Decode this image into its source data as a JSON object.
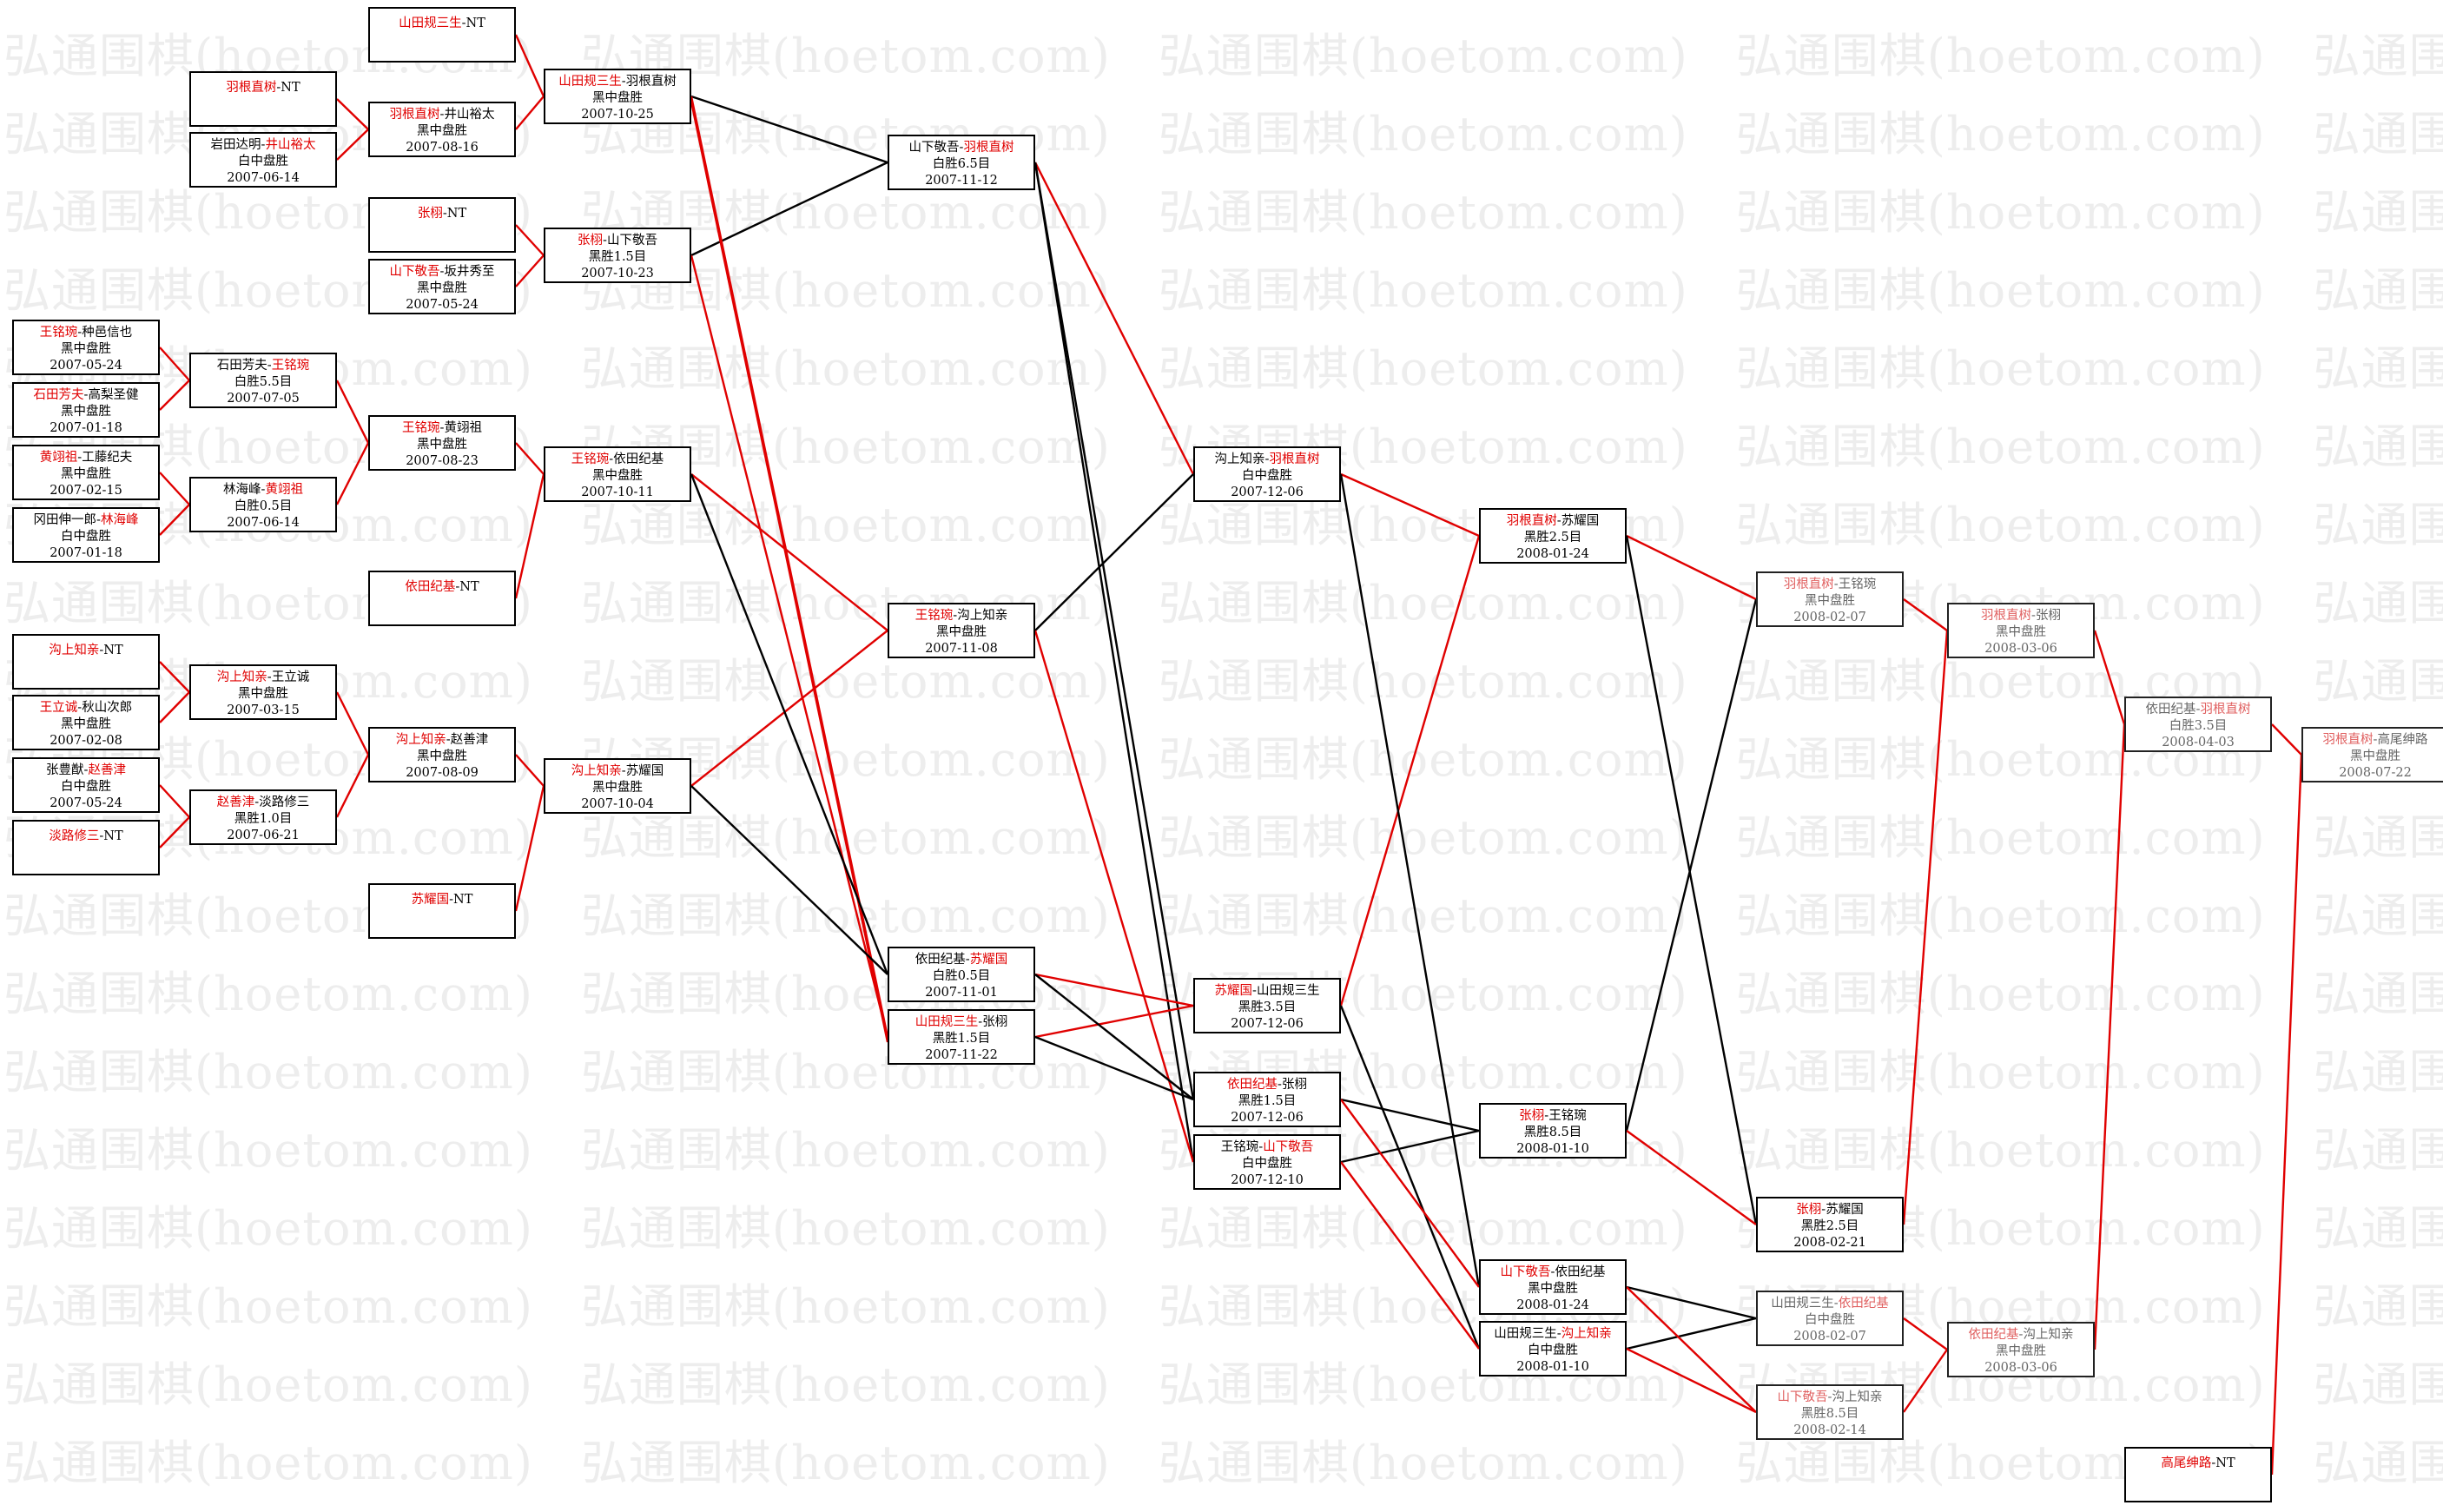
{
  "watermark": "弘通围棋(hoetom.com)",
  "colors": {
    "winner": "#e00000",
    "winner_line": "#e00000",
    "loser_line": "#000000",
    "border": "#000000"
  },
  "games": [
    {
      "id": "r1_01",
      "p1": "山田规三生",
      "p2": "NT",
      "winner": 1,
      "result": "",
      "date": ""
    },
    {
      "id": "r1_02",
      "p1": "羽根直树",
      "p2": "NT",
      "winner": 1,
      "result": "",
      "date": ""
    },
    {
      "id": "r1_03",
      "p1": "岩田达明",
      "p2": "井山裕太",
      "winner": 2,
      "result": "白中盘胜",
      "date": "2007-06-14"
    },
    {
      "id": "r1_04",
      "p1": "张栩",
      "p2": "NT",
      "winner": 1,
      "result": "",
      "date": ""
    },
    {
      "id": "r1_05",
      "p1": "山下敬吾",
      "p2": "坂井秀至",
      "winner": 1,
      "result": "黑中盘胜",
      "date": "2007-05-24"
    },
    {
      "id": "r1_06",
      "p1": "王铭琬",
      "p2": "种邑信也",
      "winner": 1,
      "result": "黑中盘胜",
      "date": "2007-05-24"
    },
    {
      "id": "r1_07",
      "p1": "石田芳夫",
      "p2": "高梨圣健",
      "winner": 1,
      "result": "黑中盘胜",
      "date": "2007-01-18"
    },
    {
      "id": "r1_08",
      "p1": "黄翊祖",
      "p2": "工藤纪夫",
      "winner": 1,
      "result": "黑中盘胜",
      "date": "2007-02-15"
    },
    {
      "id": "r1_09",
      "p1": "冈田伸一郎",
      "p2": "林海峰",
      "winner": 2,
      "result": "白中盘胜",
      "date": "2007-01-18"
    },
    {
      "id": "r1_10",
      "p1": "依田纪基",
      "p2": "NT",
      "winner": 1,
      "result": "",
      "date": ""
    },
    {
      "id": "r1_11",
      "p1": "沟上知亲",
      "p2": "NT",
      "winner": 1,
      "result": "",
      "date": ""
    },
    {
      "id": "r1_12",
      "p1": "王立诚",
      "p2": "秋山次郎",
      "winner": 1,
      "result": "黑中盘胜",
      "date": "2007-02-08"
    },
    {
      "id": "r1_13",
      "p1": "张豊猷",
      "p2": "赵善津",
      "winner": 2,
      "result": "白中盘胜",
      "date": "2007-05-24"
    },
    {
      "id": "r1_14",
      "p1": "淡路修三",
      "p2": "NT",
      "winner": 1,
      "result": "",
      "date": ""
    },
    {
      "id": "r1_15",
      "p1": "苏耀国",
      "p2": "NT",
      "winner": 1,
      "result": "",
      "date": ""
    },
    {
      "id": "r2_01",
      "p1": "羽根直树",
      "p2": "井山裕太",
      "winner": 1,
      "result": "黑中盘胜",
      "date": "2007-08-16"
    },
    {
      "id": "r2_02",
      "p1": "石田芳夫",
      "p2": "王铭琬",
      "winner": 2,
      "result": "白胜5.5目",
      "date": "2007-07-05"
    },
    {
      "id": "r2_03",
      "p1": "林海峰",
      "p2": "黄翊祖",
      "winner": 2,
      "result": "白胜0.5目",
      "date": "2007-06-14"
    },
    {
      "id": "r2_04",
      "p1": "沟上知亲",
      "p2": "王立诚",
      "winner": 1,
      "result": "黑中盘胜",
      "date": "2007-03-15"
    },
    {
      "id": "r2_05",
      "p1": "赵善津",
      "p2": "淡路修三",
      "winner": 1,
      "result": "黑胜1.0目",
      "date": "2007-06-21"
    },
    {
      "id": "r3_01",
      "p1": "王铭琬",
      "p2": "黄翊祖",
      "winner": 1,
      "result": "黑中盘胜",
      "date": "2007-08-23"
    },
    {
      "id": "r3_02",
      "p1": "沟上知亲",
      "p2": "赵善津",
      "winner": 1,
      "result": "黑中盘胜",
      "date": "2007-08-09"
    },
    {
      "id": "r4_01",
      "p1": "山田规三生",
      "p2": "羽根直树",
      "winner": 1,
      "result": "黑中盘胜",
      "date": "2007-10-25"
    },
    {
      "id": "r4_02",
      "p1": "张栩",
      "p2": "山下敬吾",
      "winner": 1,
      "result": "黑胜1.5目",
      "date": "2007-10-23"
    },
    {
      "id": "r4_03",
      "p1": "王铭琬",
      "p2": "依田纪基",
      "winner": 1,
      "result": "黑中盘胜",
      "date": "2007-10-11"
    },
    {
      "id": "r4_04",
      "p1": "沟上知亲",
      "p2": "苏耀国",
      "winner": 1,
      "result": "黑中盘胜",
      "date": "2007-10-04"
    },
    {
      "id": "r5_01",
      "p1": "山下敬吾",
      "p2": "羽根直树",
      "winner": 2,
      "result": "白胜6.5目",
      "date": "2007-11-12"
    },
    {
      "id": "r5_02",
      "p1": "王铭琬",
      "p2": "沟上知亲",
      "winner": 1,
      "result": "黑中盘胜",
      "date": "2007-11-08"
    },
    {
      "id": "r5_03",
      "p1": "依田纪基",
      "p2": "苏耀国",
      "winner": 2,
      "result": "白胜0.5目",
      "date": "2007-11-01"
    },
    {
      "id": "r5_04",
      "p1": "山田规三生",
      "p2": "张栩",
      "winner": 1,
      "result": "黑胜1.5目",
      "date": "2007-11-22"
    },
    {
      "id": "r6_01",
      "p1": "沟上知亲",
      "p2": "羽根直树",
      "winner": 2,
      "result": "白中盘胜",
      "date": "2007-12-06"
    },
    {
      "id": "r6_02",
      "p1": "苏耀国",
      "p2": "山田规三生",
      "winner": 1,
      "result": "黑胜3.5目",
      "date": "2007-12-06"
    },
    {
      "id": "r6_03",
      "p1": "依田纪基",
      "p2": "张栩",
      "winner": 1,
      "result": "黑胜1.5目",
      "date": "2007-12-06"
    },
    {
      "id": "r6_04",
      "p1": "王铭琬",
      "p2": "山下敬吾",
      "winner": 2,
      "result": "白中盘胜",
      "date": "2007-12-10"
    },
    {
      "id": "r7_01",
      "p1": "羽根直树",
      "p2": "苏耀国",
      "winner": 1,
      "result": "黑胜2.5目",
      "date": "2008-01-24"
    },
    {
      "id": "r7_02",
      "p1": "张栩",
      "p2": "王铭琬",
      "winner": 1,
      "result": "黑胜8.5目",
      "date": "2008-01-10"
    },
    {
      "id": "r7_03",
      "p1": "山下敬吾",
      "p2": "依田纪基",
      "winner": 1,
      "result": "黑中盘胜",
      "date": "2008-01-24"
    },
    {
      "id": "r7_04",
      "p1": "山田规三生",
      "p2": "沟上知亲",
      "winner": 2,
      "result": "白中盘胜",
      "date": "2008-01-10"
    },
    {
      "id": "r8_01",
      "p1": "羽根直树",
      "p2": "王铭琬",
      "winner": 1,
      "result": "黑中盘胜",
      "date": "2008-02-07"
    },
    {
      "id": "r8_02",
      "p1": "张栩",
      "p2": "苏耀国",
      "winner": 1,
      "result": "黑胜2.5目",
      "date": "2008-02-21"
    },
    {
      "id": "r8_03",
      "p1": "山田规三生",
      "p2": "依田纪基",
      "winner": 2,
      "result": "白中盘胜",
      "date": "2008-02-07"
    },
    {
      "id": "r8_04",
      "p1": "山下敬吾",
      "p2": "沟上知亲",
      "winner": 1,
      "result": "黑胜8.5目",
      "date": "2008-02-14"
    },
    {
      "id": "r9_01",
      "p1": "羽根直树",
      "p2": "张栩",
      "winner": 1,
      "result": "黑中盘胜",
      "date": "2008-03-06"
    },
    {
      "id": "r9_02",
      "p1": "依田纪基",
      "p2": "沟上知亲",
      "winner": 1,
      "result": "黑中盘胜",
      "date": "2008-03-06"
    },
    {
      "id": "r10_01",
      "p1": "依田纪基",
      "p2": "羽根直树",
      "winner": 2,
      "result": "白胜3.5目",
      "date": "2008-04-03"
    },
    {
      "id": "r10_02",
      "p1": "高尾绅路",
      "p2": "NT",
      "winner": 1,
      "result": "",
      "date": ""
    },
    {
      "id": "r11_01",
      "p1": "羽根直树",
      "p2": "高尾绅路",
      "winner": 1,
      "result": "黑中盘胜",
      "date": "2008-07-22"
    }
  ]
}
